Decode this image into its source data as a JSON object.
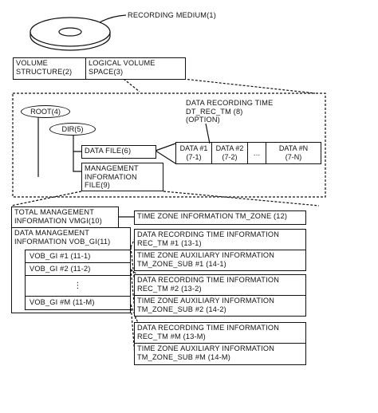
{
  "recording_medium": "RECORDING MEDIUM(1)",
  "volume_structure": "VOLUME\nSTRUCTURE(2)",
  "logical_volume_space": "LOGICAL VOLUME\nSPACE(3)",
  "root": "ROOT(4)",
  "dir": "DIR(5)",
  "data_file": "DATA FILE(6)",
  "management_info_file": "MANAGEMENT\nINFORMATION\nFILE(9)",
  "dt_rec_tm_label": "DATA RECORDING TIME\nDT_REC_TM (8)\n(OPTION)",
  "data_cells": [
    {
      "label": "DATA #1\n(7-1)"
    },
    {
      "label": "DATA #2\n(7-2)"
    },
    {
      "label": "…"
    },
    {
      "label": "DATA #N\n(7-N)"
    }
  ],
  "vmgi": "TOTAL MANAGEMENT\nINFORMATION VMGI(10)",
  "vob_gi": "DATA MANAGEMENT\nINFORMATION VOB_GI(11)",
  "vob_gi_items": [
    {
      "label": "VOB_GI #1  (11-1)"
    },
    {
      "label": "VOB_GI #2  (11-2)"
    },
    {
      "label": "⋮"
    },
    {
      "label": "VOB_GI #M  (11-M)"
    }
  ],
  "tm_zone": "TIME ZONE INFORMATION TM_ZONE (12)",
  "right_boxes": [
    {
      "rec": "DATA RECORDING TIME INFORMATION\nREC_TM #1 (13-1)",
      "sub": "TIME ZONE AUXILIARY INFORMATION\nTM_ZONE_SUB #1 (14-1)"
    },
    {
      "rec": "DATA RECORDING TIME INFORMATION\nREC_TM #2 (13-2)",
      "sub": "TIME ZONE AUXILIARY INFORMATION\nTM_ZONE_SUB #2 (14-2)"
    },
    {
      "rec": "DATA RECORDING TIME INFORMATION\nREC_TM #M (13-M)",
      "sub": "TIME ZONE AUXILIARY INFORMATION\nTM_ZONE_SUB #M (14-M)"
    }
  ]
}
